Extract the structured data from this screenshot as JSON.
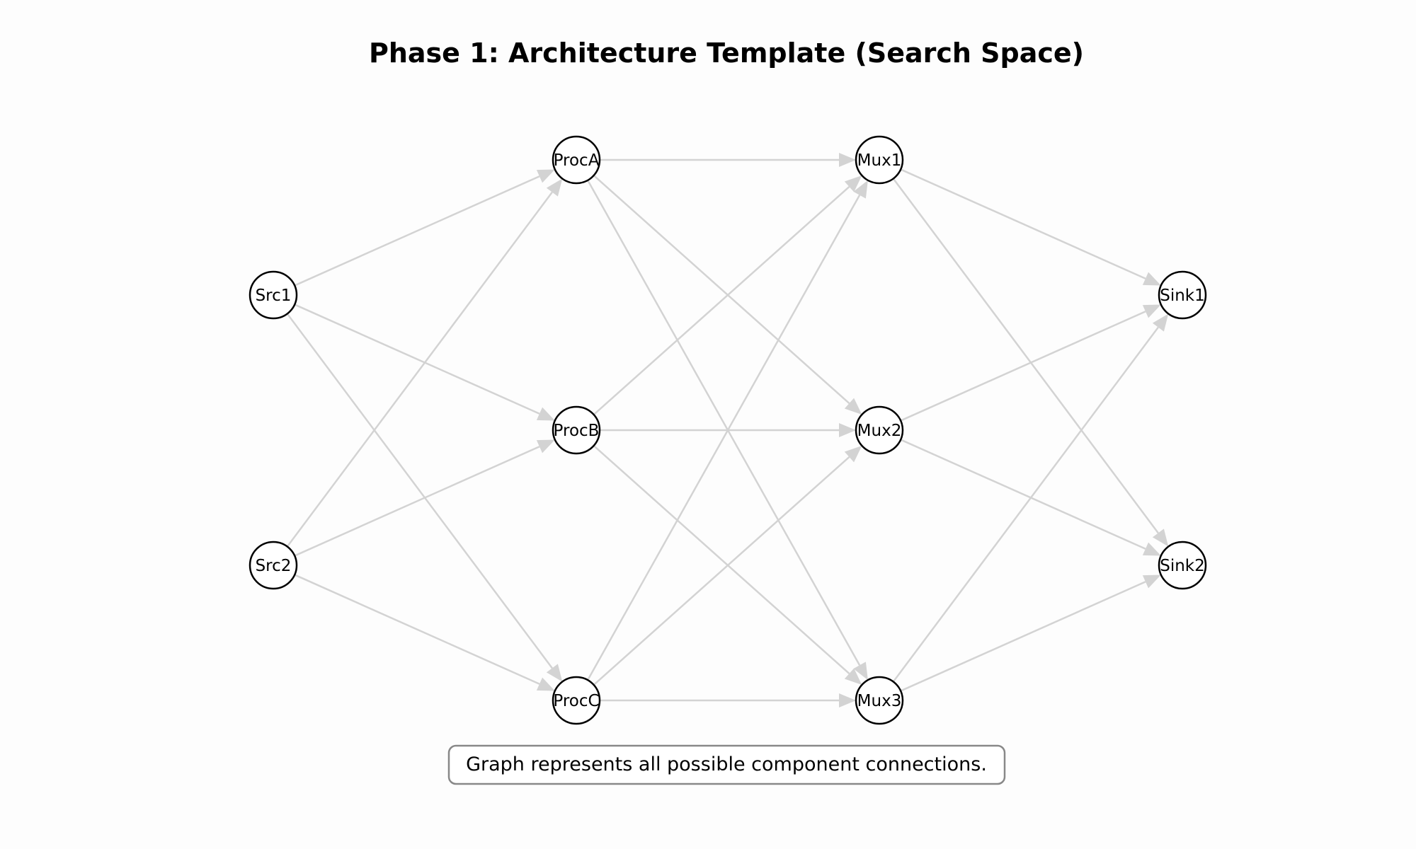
{
  "title": "Phase 1: Architecture Template (Search Space)",
  "note": "Graph represents all possible component connections.",
  "colors": {
    "background": "#fdfdfd",
    "node_fill": "#ffffff",
    "node_stroke": "#000000",
    "edge": "#d3d3d3",
    "note_border": "#888888"
  },
  "nodes": [
    {
      "id": "Src1",
      "label": "Src1",
      "layer": 0
    },
    {
      "id": "Src2",
      "label": "Src2",
      "layer": 0
    },
    {
      "id": "ProcA",
      "label": "ProcA",
      "layer": 1
    },
    {
      "id": "ProcB",
      "label": "ProcB",
      "layer": 1
    },
    {
      "id": "ProcC",
      "label": "ProcC",
      "layer": 1
    },
    {
      "id": "Mux1",
      "label": "Mux1",
      "layer": 2
    },
    {
      "id": "Mux2",
      "label": "Mux2",
      "layer": 2
    },
    {
      "id": "Mux3",
      "label": "Mux3",
      "layer": 2
    },
    {
      "id": "Sink1",
      "label": "Sink1",
      "layer": 3
    },
    {
      "id": "Sink2",
      "label": "Sink2",
      "layer": 3
    }
  ],
  "edges": [
    {
      "from": "Src1",
      "to": "ProcA"
    },
    {
      "from": "Src1",
      "to": "ProcB"
    },
    {
      "from": "Src1",
      "to": "ProcC"
    },
    {
      "from": "Src2",
      "to": "ProcA"
    },
    {
      "from": "Src2",
      "to": "ProcB"
    },
    {
      "from": "Src2",
      "to": "ProcC"
    },
    {
      "from": "ProcA",
      "to": "Mux1"
    },
    {
      "from": "ProcA",
      "to": "Mux2"
    },
    {
      "from": "ProcA",
      "to": "Mux3"
    },
    {
      "from": "ProcB",
      "to": "Mux1"
    },
    {
      "from": "ProcB",
      "to": "Mux2"
    },
    {
      "from": "ProcB",
      "to": "Mux3"
    },
    {
      "from": "ProcC",
      "to": "Mux1"
    },
    {
      "from": "ProcC",
      "to": "Mux2"
    },
    {
      "from": "ProcC",
      "to": "Mux3"
    },
    {
      "from": "Mux1",
      "to": "Sink1"
    },
    {
      "from": "Mux1",
      "to": "Sink2"
    },
    {
      "from": "Mux2",
      "to": "Sink1"
    },
    {
      "from": "Mux2",
      "to": "Sink2"
    },
    {
      "from": "Mux3",
      "to": "Sink1"
    },
    {
      "from": "Mux3",
      "to": "Sink2"
    }
  ]
}
